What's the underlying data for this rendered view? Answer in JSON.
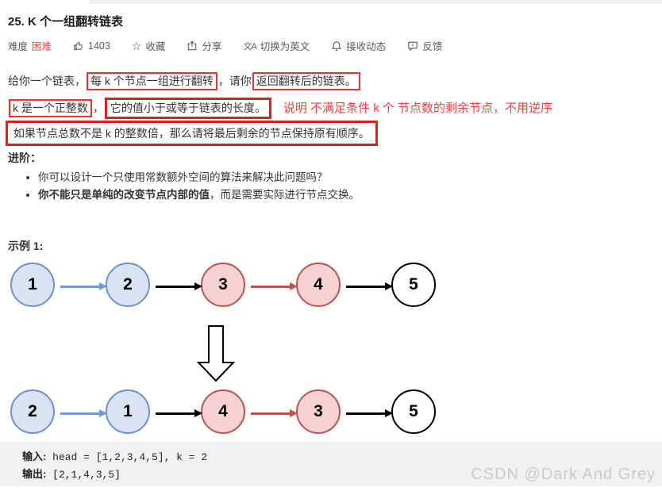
{
  "page": {
    "title": "25. K 个一组翻转链表"
  },
  "toolbar": {
    "difficulty_label": "难度",
    "difficulty_value": "困难",
    "likes_count": "1403",
    "favorite_label": "收藏",
    "share_label": "分享",
    "translate_label": "切换为英文",
    "translate_icon_text": "文A",
    "star_icon_text": "☆",
    "subscribe_label": "接收动态",
    "feedback_label": "反馈"
  },
  "description": {
    "line1_prefix": "给你一个链表，",
    "line1_boxed1": "每 k 个节点一组进行翻转",
    "line1_middle": "，请你",
    "line1_boxed2": "返回翻转后的链表。",
    "line2_boxed1": "k 是一个正整数",
    "line2_comma": "，",
    "line2_boxed2": "它的值小于或等于链表的长度。",
    "line2_red_note": "说明 不满足条件 k 个 节点数的剩余节点，不用逆序",
    "line3_boxed": "如果节点总数不是 k 的整数倍，那么请将最后剩余的节点保持原有顺序。",
    "advanced_heading": "进阶：",
    "bullet1": "你可以设计一个只使用常数额外空间的算法来解决此问题吗？",
    "bullet2_bold": "你不能只是单纯的改变节点内部的值",
    "bullet2_rest": "，而是需要实际进行节点交换。",
    "example_heading": "示例 1:"
  },
  "diagram": {
    "rows": [
      {
        "nodes": [
          {
            "value": "1",
            "css": "node blue"
          },
          {
            "value": "2",
            "css": "node blue"
          },
          {
            "value": "3",
            "css": "node red"
          },
          {
            "value": "4",
            "css": "node red"
          },
          {
            "value": "5",
            "css": "node white"
          }
        ],
        "arrows": [
          {
            "css": "arrow blue"
          },
          {
            "css": "arrow black"
          },
          {
            "css": "arrow red"
          },
          {
            "css": "arrow black"
          }
        ]
      },
      {
        "nodes": [
          {
            "value": "2",
            "css": "node blue"
          },
          {
            "value": "1",
            "css": "node blue"
          },
          {
            "value": "4",
            "css": "node red"
          },
          {
            "value": "3",
            "css": "node red"
          },
          {
            "value": "5",
            "css": "node white"
          }
        ],
        "arrows": [
          {
            "css": "arrow blue"
          },
          {
            "css": "arrow black"
          },
          {
            "css": "arrow red"
          },
          {
            "css": "arrow black"
          }
        ]
      }
    ]
  },
  "example_block": {
    "input_label": "输入:",
    "input_value": " head = [1,2,3,4,5], k = 2",
    "output_label": "输出:",
    "output_value": " [2,1,4,3,5]"
  },
  "watermark": "CSDN @Dark And Grey",
  "colors": {
    "difficulty_red": "#ef4743",
    "annotation_red": "#fa3e3e",
    "box_red": "#e02020",
    "node_blue_fill": "#dae3f3",
    "node_blue_border": "#7090c9",
    "node_red_fill": "#f6d2d2",
    "node_red_border": "#b85450",
    "arrow_blue": "#6e9bd2",
    "arrow_red": "#c0504d",
    "code_block_bg": "#f0f1f2"
  }
}
